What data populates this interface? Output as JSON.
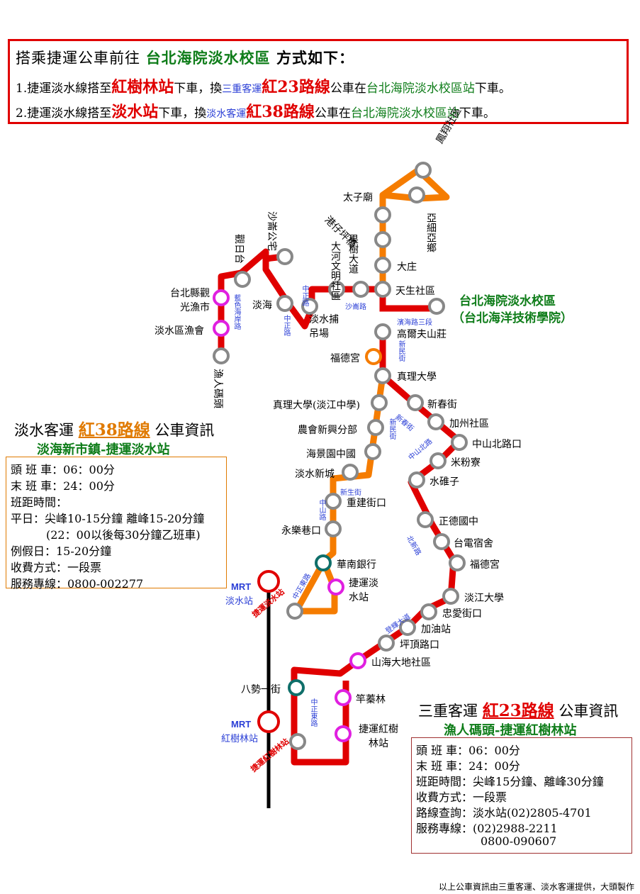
{
  "header": {
    "title_pre": "搭乘捷運公車前往 ",
    "title_campus": "台北海院淡水校區",
    "title_post": " 方式如下：",
    "line1": {
      "a": "1.捷運淡水線搭至",
      "stop": "紅樹林站",
      "b": "下車，換",
      "op": "三重客運",
      "route": "紅23路線",
      "c": "公車在",
      "dest": "台北海院淡水校區站",
      "d": "下車。"
    },
    "line2": {
      "a": "2.捷運淡水線搭至",
      "stop": "淡水站",
      "b": "下車，換",
      "op": "淡水客運",
      "route": "紅38路線",
      "c": "公車在",
      "dest": "台北海院淡水校區站",
      "d": "下車。"
    }
  },
  "campus": {
    "name": "台北海院淡水校區",
    "alt": "（台北海洋技術學院）"
  },
  "stations": {
    "fenghuang": "鳳翔社區",
    "taizi": "太子廟",
    "yili": "亞細亞鄉",
    "gangzai": "港仔坪橋",
    "guoshu": "果樹大道",
    "dahe": "大河文明社區",
    "dazhuang": "大庄",
    "tiansheng": "天生社區",
    "gaoerfu": "高爾夫山莊",
    "fude1": "福德宮",
    "zhenli": "真理大學",
    "zhenli_tk": "真理大學(淡江中學)",
    "xinchun": "新春街",
    "jiazhou": "加州社區",
    "nonghui": "農會新興分部",
    "haijing": "海景園中國",
    "zhongshanbei": "中山北路口",
    "mifen": "米粉寮",
    "danshuixc": "淡水新城",
    "shuidui": "水碓子",
    "chongjian": "重建街口",
    "zhengde": "正德國中",
    "yongle": "永樂巷口",
    "taidian": "台電宿舍",
    "fude2": "福德宮",
    "huanan": "華南銀行",
    "jieyun_ds": "捷運淡水站",
    "danjiang": "淡江大學",
    "zhongai": "忠愛街口",
    "jiayou": "加油站",
    "pingding": "坪頂路口",
    "shanhai": "山海大地社區",
    "bashi": "八勢一街",
    "ganzhen": "竿蓁林",
    "jieyun_hsl": "捷運紅樹林站",
    "sutong": "沙崙公宅",
    "guanri": "觀日台",
    "danhai": "淡海",
    "danshui_diao": "淡水捕吊場",
    "guanguang": "台北縣觀光漁市",
    "yuhui": "淡水區漁會",
    "yuren": "漁人碼頭"
  },
  "roads": {
    "shalun": "沙崙路",
    "zhongzheng1": "中正路",
    "zhongzheng2": "中正路",
    "hailu": "濱海路三段",
    "xinmin": "新民街",
    "xinchun": "新春街",
    "xinmin2": "新民街",
    "zhongshanbei": "中山北路",
    "beixin": "北新路",
    "xinsheng": "新生街",
    "zhongshan": "中山路",
    "zhongzhengdong": "中正東路",
    "denghui": "登輝大道",
    "zhongzhengdong2": "中正東路",
    "sutong": "藍色海岸路",
    "jieyun_ds": "捷運淡水站",
    "jieyun_hsl": "捷運紅樹林站"
  },
  "mrt": {
    "ds": "MRT\n淡水站",
    "hsl": "MRT\n紅樹林站",
    "ds_t": "MRT",
    "ds_b": "淡水站",
    "hsl_t": "MRT",
    "hsl_b": "紅樹林站"
  },
  "r38": {
    "op": "淡水客運 ",
    "route": "紅38路線",
    "tail": " 公車資訊",
    "sub": "淡海新市鎮-捷運淡水站",
    "rows": [
      "頭 班 車：06：00分",
      "末 班 車：24：00分",
      "班距時間：",
      "平日：尖峰10-15分鐘 離峰15-20分鐘",
      "(22：00以後每30分鐘乙班車)",
      "例假日：15-20分鐘",
      "收費方式：一段票",
      "服務專線：0800-002277"
    ]
  },
  "r23": {
    "op": "三重客運 ",
    "route": "紅23路線",
    "tail": " 公車資訊",
    "sub": "漁人碼頭-捷運紅樹林站",
    "rows": [
      "頭 班 車：06：00分",
      "末 班 車：24：00分",
      "班距時間：尖峰15分鐘、離峰30分鐘",
      "收費方式：一段票",
      "路線查詢：淡水站(02)2805-4701",
      "服務專線：(02)2988-2211",
      "0800-090607"
    ]
  },
  "footer": "以上公車資訊由三重客運、淡水客運提供，大頭製作",
  "colors": {
    "red": "#e00000",
    "orange": "#f57c00",
    "green": "#0f7d1a",
    "blue": "#2b3fd6",
    "teal": "#0f6f6a",
    "magenta": "#e020e0"
  }
}
